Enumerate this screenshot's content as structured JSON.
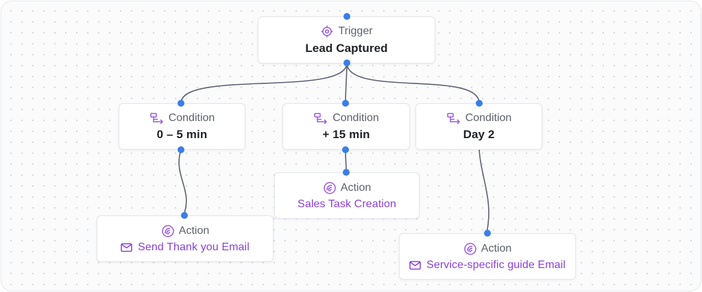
{
  "colors": {
    "accent": "#3a7ee8",
    "purple": "#8a3fd9",
    "edge": "#5a6070"
  },
  "trigger": {
    "label": "Trigger",
    "title": "Lead Captured",
    "icon": "target-icon"
  },
  "conditions": [
    {
      "label": "Condition",
      "title": "0 – 5 min",
      "icon": "branch-icon"
    },
    {
      "label": "Condition",
      "title": "+ 15 min",
      "icon": "branch-icon"
    },
    {
      "label": "Condition",
      "title": "Day 2",
      "icon": "branch-icon"
    }
  ],
  "actions": [
    {
      "label": "Action",
      "title": "Send Thank you Email",
      "icon": "action-icon",
      "title_icon": "mail-icon"
    },
    {
      "label": "Action",
      "title": "Sales Task Creation",
      "icon": "action-icon"
    },
    {
      "label": "Action",
      "title": "Service-specific guide Email",
      "icon": "action-icon",
      "title_icon": "mail-icon"
    }
  ]
}
